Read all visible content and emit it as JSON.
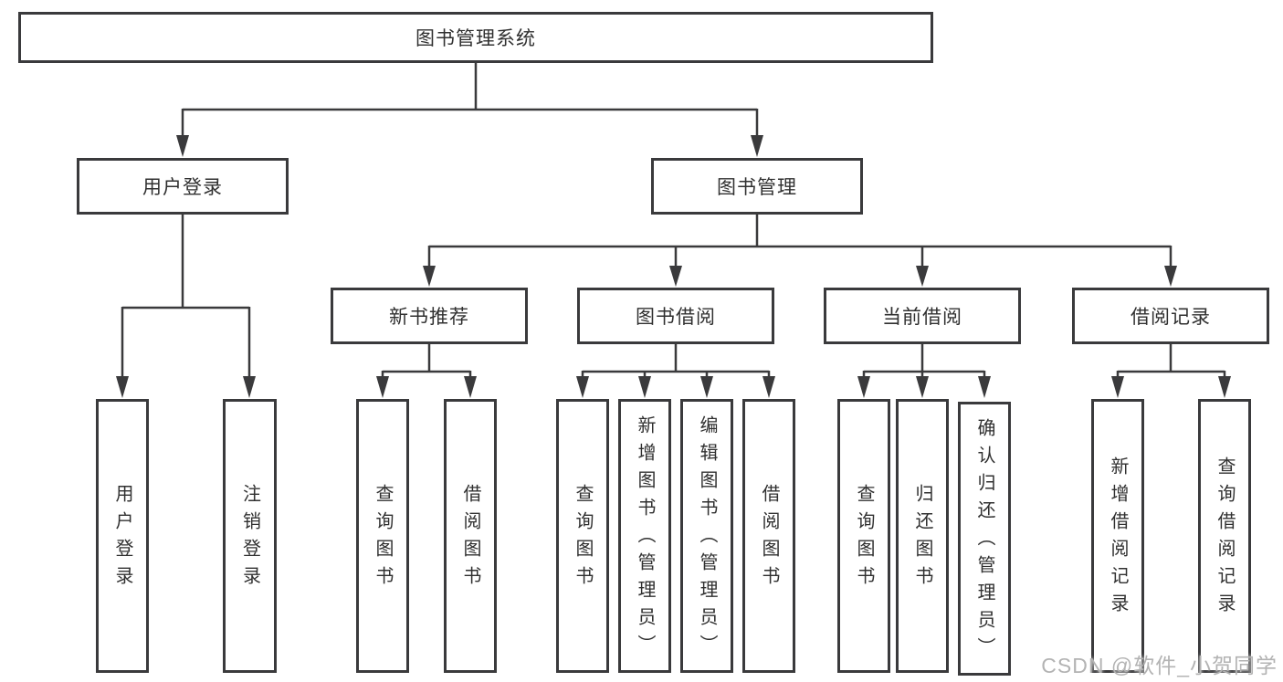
{
  "diagram": {
    "type": "hierarchy-tree",
    "root": {
      "label": "图书管理系统",
      "children": [
        {
          "label": "用户登录",
          "children": [
            {
              "label": "用户登录"
            },
            {
              "label": "注销登录"
            }
          ]
        },
        {
          "label": "图书管理",
          "children": [
            {
              "label": "新书推荐",
              "children": [
                {
                  "label": "查询图书"
                },
                {
                  "label": "借阅图书"
                }
              ]
            },
            {
              "label": "图书借阅",
              "children": [
                {
                  "label": "查询图书"
                },
                {
                  "label": "新增图书（管理员）"
                },
                {
                  "label": "编辑图书（管理员）"
                },
                {
                  "label": "借阅图书"
                }
              ]
            },
            {
              "label": "当前借阅",
              "children": [
                {
                  "label": "查询图书"
                },
                {
                  "label": "归还图书"
                },
                {
                  "label": "确认归还（管理员）"
                }
              ]
            },
            {
              "label": "借阅记录",
              "children": [
                {
                  "label": "新增借阅记录"
                },
                {
                  "label": "查询借阅记录"
                }
              ]
            }
          ]
        }
      ]
    }
  },
  "watermark": {
    "text": "CSDN @软件_小贺同学"
  },
  "colors": {
    "line": "#3a3a3c",
    "box_border": "#3a3a3c",
    "text": "#303030",
    "watermark": "#b3b3b3",
    "background": "#ffffff"
  }
}
